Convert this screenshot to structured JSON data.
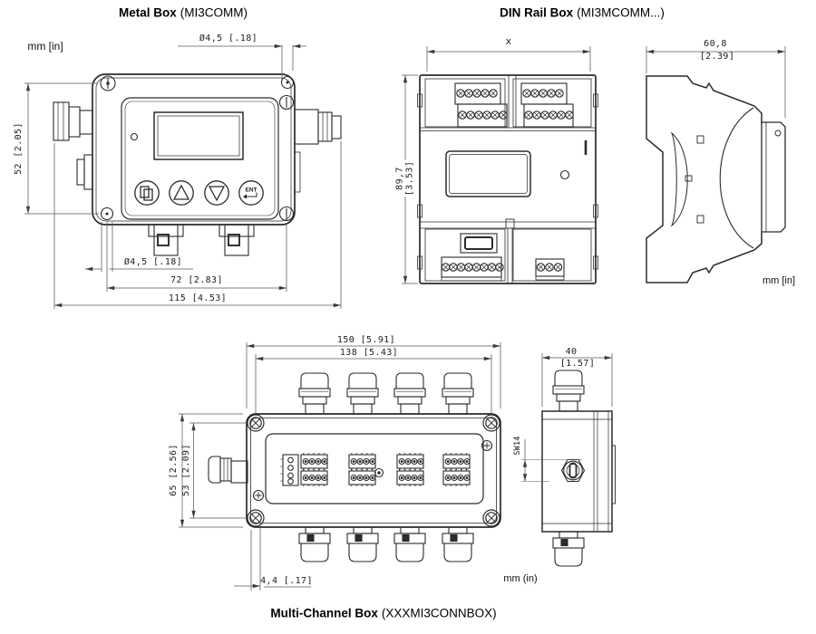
{
  "page": {
    "units_top_left": "mm [in]"
  },
  "metal_box": {
    "title": "Metal Box",
    "model": "(MI3COMM)",
    "dim_hole_top": "Ø4,5 [.18]",
    "dim_height": "52 [2.05]",
    "dim_hole_bottom": "Ø4,5 [.18]",
    "dim_hole_spacing": "72 [2.83]",
    "dim_width": "115 [4.53]",
    "enter_button_label": "ENT"
  },
  "din_rail_box": {
    "title": "DIN Rail Box",
    "model": "(MI3MCOMM...)",
    "dim_width": "x",
    "dim_height_mm": "89,7",
    "dim_height_in": "[3.53]",
    "dim_depth_mm": "60,8",
    "dim_depth_in": "[2.39]",
    "units": "mm [in]"
  },
  "multi_channel_box": {
    "title": "Multi-Channel Box",
    "model": "(XXXMI3CONNBOX)",
    "dim_width_outer": "150 [5.91]",
    "dim_mount_width": "138 [5.43]",
    "dim_height_outer": "65 [2.56]",
    "dim_mount_height": "53 [2.09]",
    "dim_mount_offset": "4,4 [.17]",
    "dim_depth_mm": "40",
    "dim_depth_in": "[1.57]",
    "dim_nut": "SW14",
    "units": "mm (in)"
  }
}
